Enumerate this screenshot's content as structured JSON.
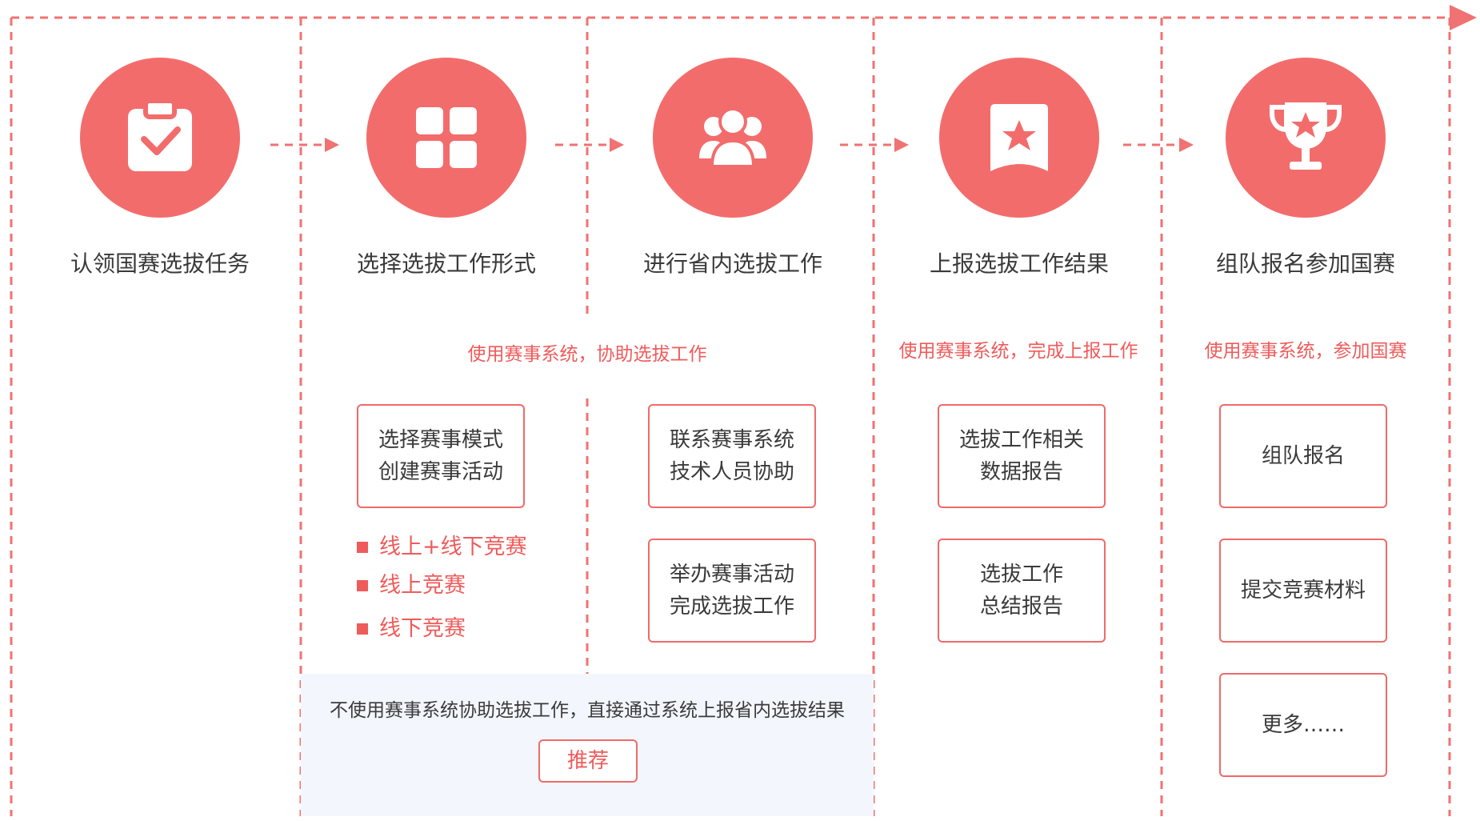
{
  "steps": [
    {
      "label": "认领国赛选拔任务",
      "icon": "clipboard-check-icon"
    },
    {
      "label": "选择选拔工作形式",
      "icon": "grid-icon"
    },
    {
      "label": "进行省内选拔工作",
      "icon": "group-users-icon"
    },
    {
      "label": "上报选拔工作结果",
      "icon": "star-badge-icon"
    },
    {
      "label": "组队报名参加国赛",
      "icon": "trophy-icon"
    }
  ],
  "sections": {
    "assist": "使用赛事系统，协助选拔工作",
    "report": "使用赛事系统，完成上报工作",
    "compete": "使用赛事系统，参加国赛"
  },
  "boxes": {
    "mode": {
      "line1": "选择赛事模式",
      "line2": "创建赛事活动"
    },
    "contact": {
      "line1": "联系赛事系统",
      "line2": "技术人员协助"
    },
    "host": {
      "line1": "举办赛事活动",
      "line2": "完成选拔工作"
    },
    "data_report": {
      "line1": "选拔工作相关",
      "line2": "数据报告"
    },
    "summary_report": {
      "line1": "选拔工作",
      "line2": "总结报告"
    },
    "team_signup": {
      "line1": "组队报名"
    },
    "submit_material": {
      "line1": "提交竞赛材料"
    },
    "more": {
      "line1": "更多……"
    }
  },
  "options": [
    "线上+线下竞赛",
    "线上竞赛",
    "线下竞赛"
  ],
  "alternative": {
    "text": "不使用赛事系统协助选拔工作，直接通过系统上报省内选拔结果",
    "button": "推荐"
  },
  "colors": {
    "accent": "#f36c6c",
    "panel_bg": "#f3f7fd",
    "text": "#3a3a3a"
  }
}
